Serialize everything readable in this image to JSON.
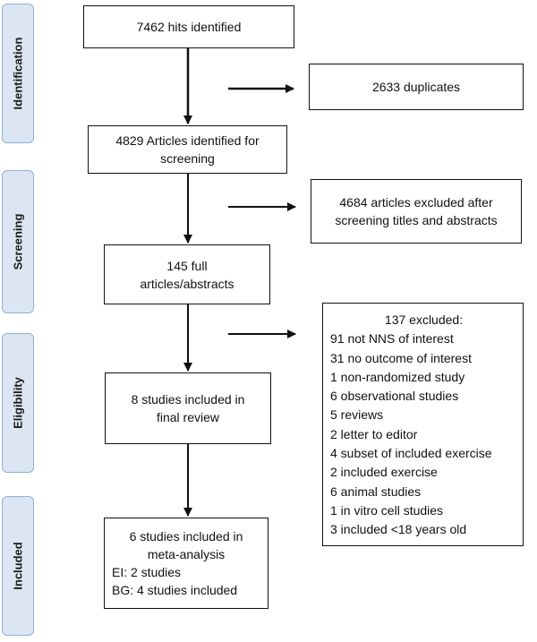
{
  "stages": {
    "identification": "Identification",
    "screening": "Screening",
    "eligibility": "Eligibility",
    "included": "Included"
  },
  "boxes": {
    "hits": [
      "7462 hits identified"
    ],
    "duplicates": [
      "2633 duplicates"
    ],
    "articles_screening": [
      "4829 Articles identified for",
      "screening"
    ],
    "excluded_screening": [
      "4684 articles excluded after",
      "screening titles and abstracts"
    ],
    "full_articles": [
      "145 full",
      "articles/abstracts"
    ],
    "final_review": [
      "8 studies included in",
      "final review"
    ],
    "meta_analysis": [
      "6 studies included in",
      "meta-analysis",
      "EI: 2 studies",
      "BG: 4 studies included"
    ]
  },
  "exclusions": {
    "title": "137 excluded:",
    "items": [
      "91 not NNS of interest",
      "31 no outcome of interest",
      "1 non-randomized study",
      "6 observational studies",
      "5 reviews",
      "2 letter to editor",
      "4 subset of included exercise",
      "2 included exercise",
      "6 animal studies",
      "1 in vitro cell studies",
      "3 included <18 years old"
    ]
  },
  "colors": {
    "stage_fill": "#dce6f2",
    "stage_border": "#8fb0d4",
    "line": "#111111"
  }
}
